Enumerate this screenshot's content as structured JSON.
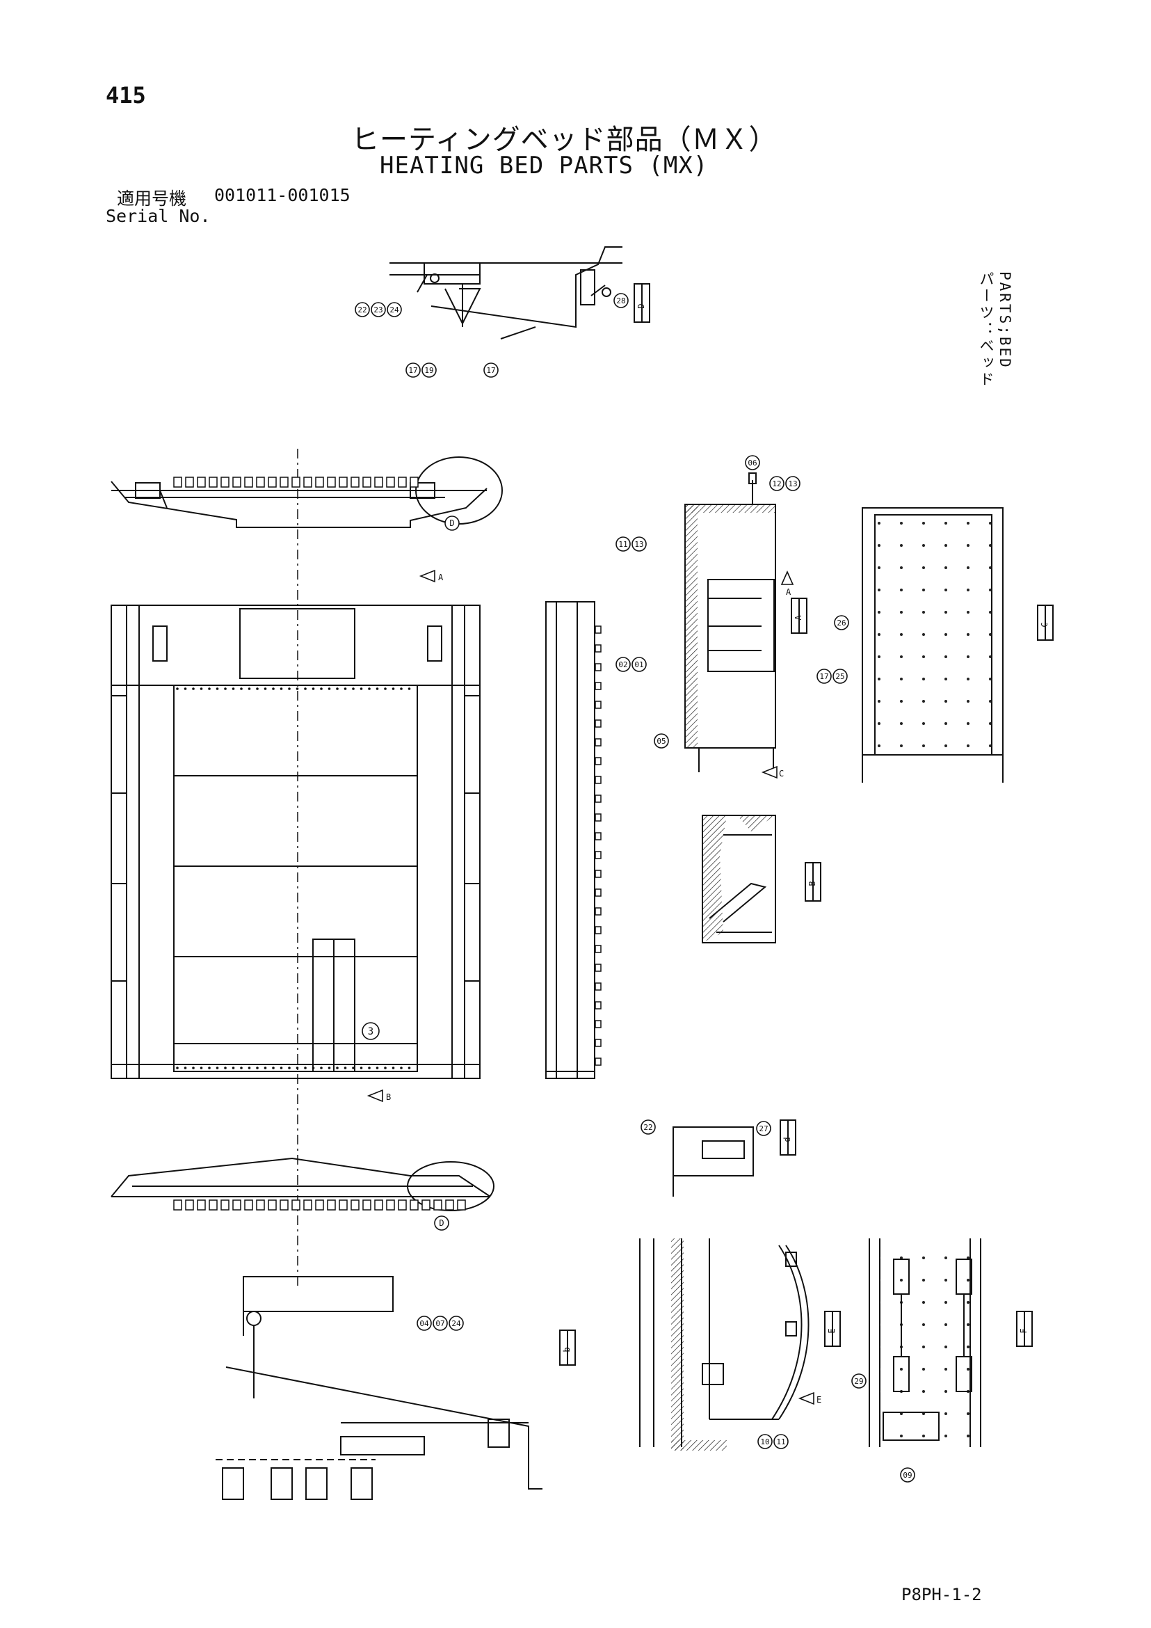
{
  "page": {
    "number": "415",
    "title_jp": "ヒーティングベッド部品（ＭＸ）",
    "title_en": "HEATING BED PARTS (MX)",
    "serial_label_jp": "適用号機",
    "serial_range": "001011-001015",
    "serial_label_en": "Serial No.",
    "side_label_jp": "パーツ：ベッド",
    "side_label_en": "PARTS;BED",
    "drawing_code": "P8PH-1-2"
  },
  "callouts": {
    "top_detail": [
      "22",
      "23",
      "24",
      "28",
      "17",
      "19",
      "17"
    ],
    "detail_a": [
      "06",
      "12",
      "13",
      "11",
      "13",
      "02",
      "01",
      "05"
    ],
    "detail_c": [
      "26",
      "17",
      "25"
    ],
    "detail_d": [
      "22",
      "27"
    ],
    "detail_b": [
      "04",
      "07",
      "24"
    ],
    "detail_e": [
      "10",
      "11"
    ],
    "detail_f": [
      "29",
      "09"
    ],
    "main_plan": [
      "3"
    ],
    "elevations": [
      "D",
      "D"
    ]
  },
  "detail_labels": [
    "D",
    "A",
    "C",
    "B",
    "d",
    "b",
    "E",
    "F"
  ],
  "view_arrows": [
    "A",
    "A",
    "B",
    "E",
    "C"
  ]
}
